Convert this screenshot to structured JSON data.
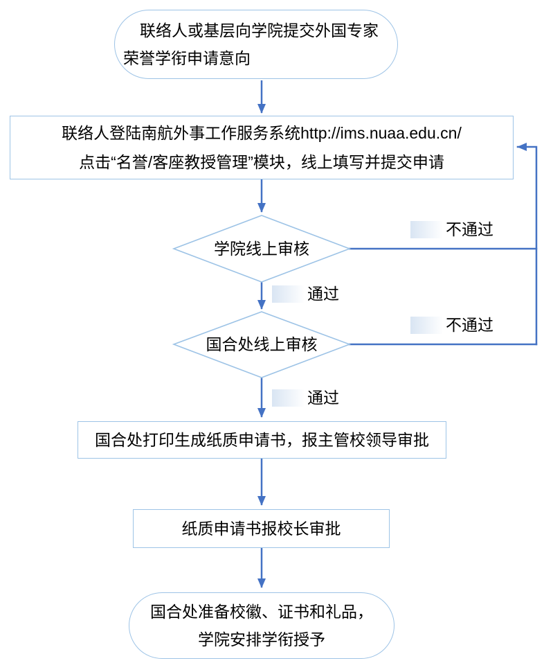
{
  "colors": {
    "shape_border": "#9DC3E6",
    "connector": "#4472C4",
    "label_highlight": "#D9E5F3",
    "text": "#000000"
  },
  "nodes": {
    "start": {
      "line1": "联络人或基层向学院提交外国专家",
      "line2": "荣誉学衔申请意向"
    },
    "submit": {
      "line1": "联络人登陆南航外事工作服务系统http://ims.nuaa.edu.cn/",
      "line2": "点击“名誉/客座教授管理”模块，线上填写并提交申请"
    },
    "review_college": "学院线上审核",
    "review_guohe": "国合处线上审核",
    "print": "国合处打印生成纸质申请书，报主管校领导审批",
    "president": "纸质申请书报校长审批",
    "end": {
      "line1": "国合处准备校徽、证书和礼品，",
      "line2": "学院安排学衔授予"
    }
  },
  "edge_labels": {
    "college_fail": "不通过",
    "college_pass": "通过",
    "guohe_fail": "不通过",
    "guohe_pass": "通过"
  }
}
